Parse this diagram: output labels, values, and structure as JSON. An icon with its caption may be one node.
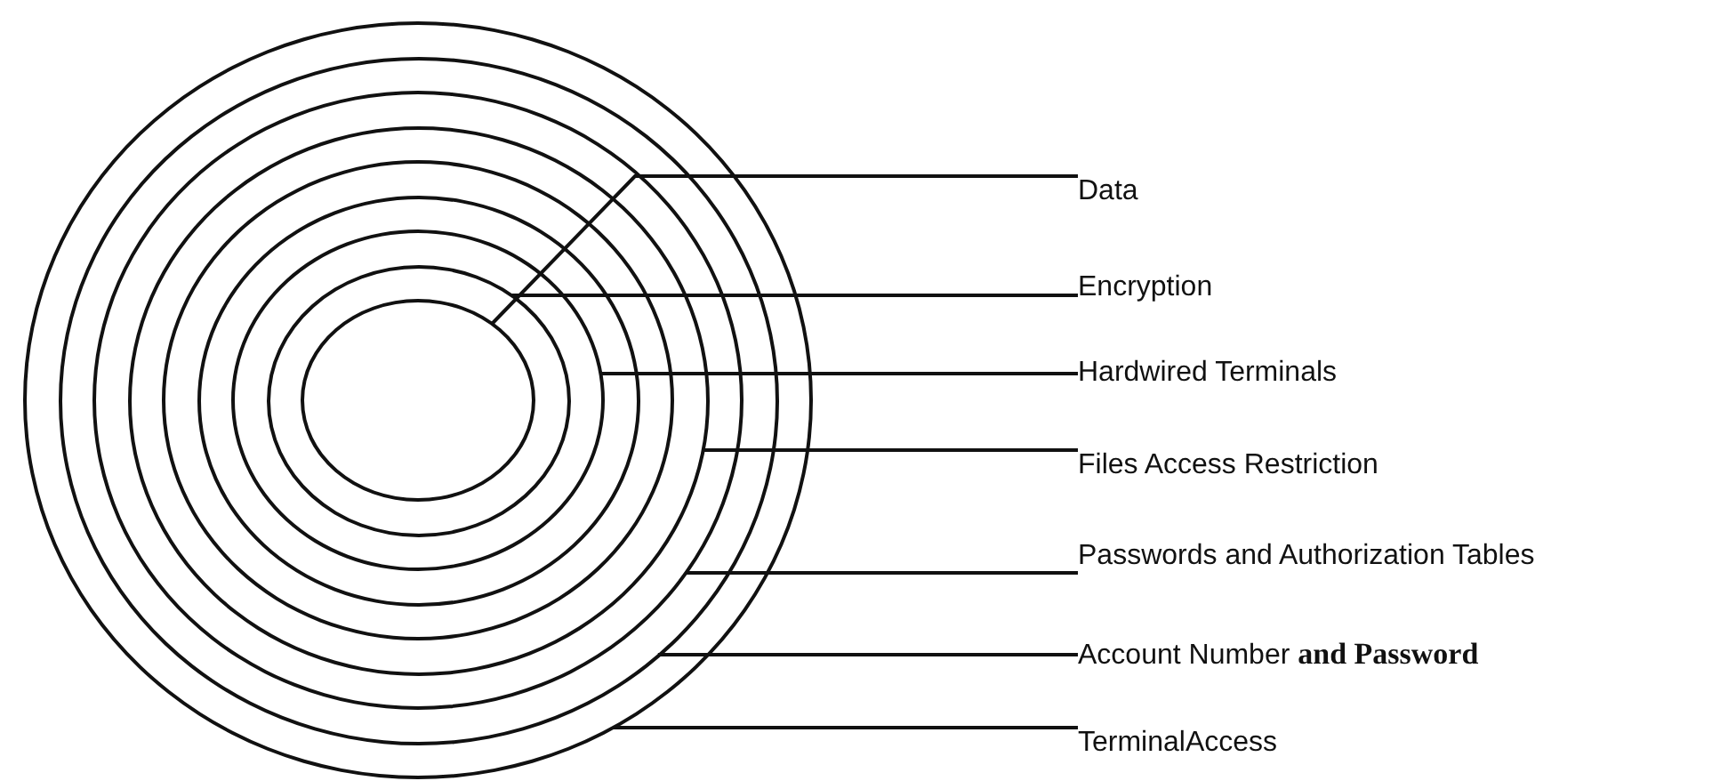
{
  "diagram": {
    "nodes": [
      {
        "text": [],
        "shape": "circle"
      },
      {
        "text": [],
        "shape": "circle",
        "in": 0
      },
      {
        "text": [],
        "shape": "circle",
        "in": 1
      },
      {
        "text": [],
        "shape": "circle",
        "in": 2
      },
      {
        "text": [],
        "shape": "circle",
        "in": 3
      },
      {
        "text": [],
        "shape": "circle",
        "in": 4
      },
      {
        "text": [],
        "shape": "circle",
        "in": 5
      },
      {
        "text": [],
        "shape": "circle",
        "in": 6
      },
      {
        "text": [],
        "shape": "circle",
        "in": 7
      },
      {
        "text": [
          "Data"
        ]
      },
      {
        "text": [
          "Encryption"
        ]
      },
      {
        "text": [
          "Hardwired Terminals"
        ]
      },
      {
        "text": [
          "Files Access Restriction"
        ]
      },
      {
        "text": [
          "Passwords and Authorization Tables"
        ]
      },
      {
        "text": [
          "Account Number **and Password**"
        ]
      },
      {
        "text": [
          "TerminalAccess"
        ]
      }
    ],
    "edges": [
      {
        "from": 9,
        "to": 8,
        "arrow": "none"
      },
      {
        "from": 10,
        "to": 7,
        "arrow": "none"
      },
      {
        "from": 11,
        "to": 6,
        "arrow": "none"
      },
      {
        "from": 12,
        "to": 3,
        "arrow": "none"
      },
      {
        "from": 13,
        "to": 2,
        "arrow": "none"
      },
      {
        "from": 14,
        "to": 1,
        "arrow": "none"
      },
      {
        "from": 15,
        "to": 0,
        "arrow": "none"
      }
    ]
  }
}
